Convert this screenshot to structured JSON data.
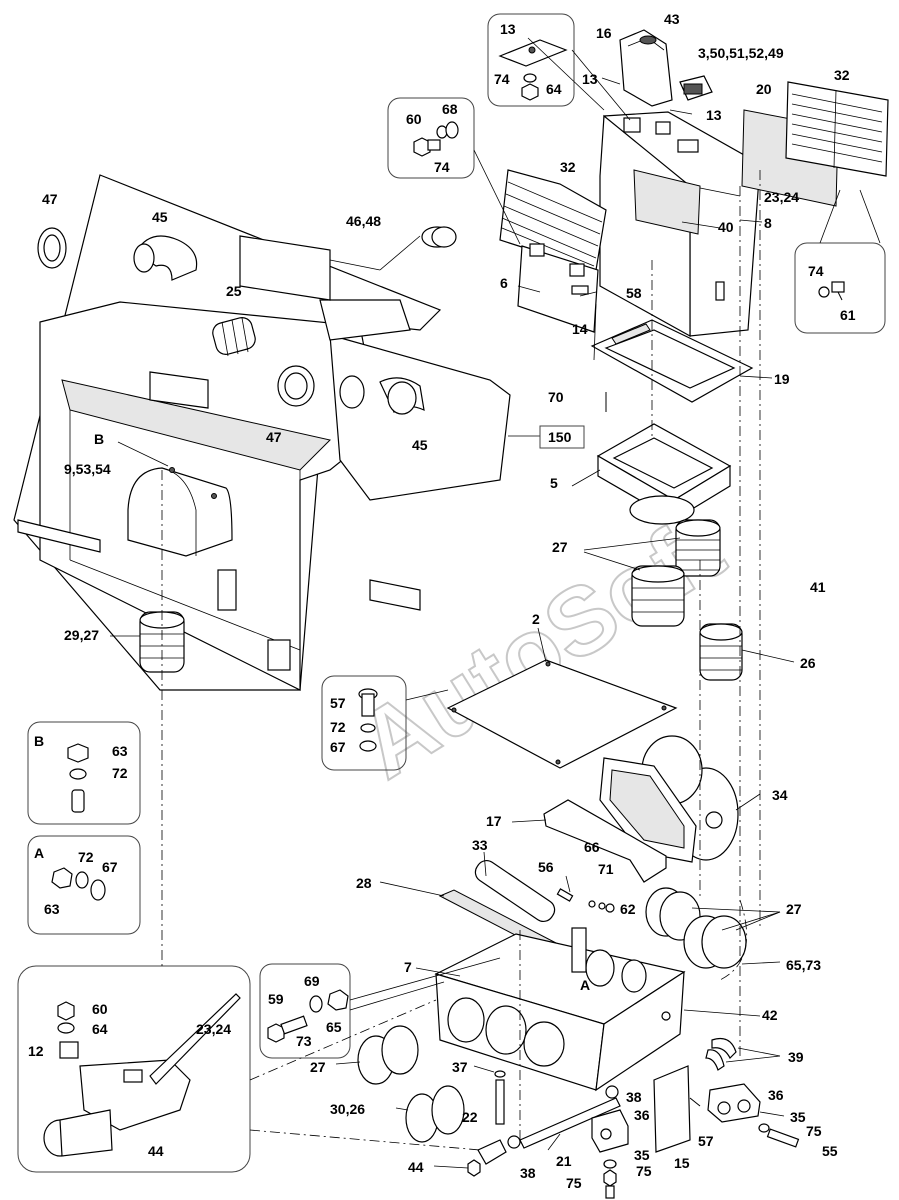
{
  "watermark": "AutoSoft",
  "labels": {
    "l13a": "13",
    "l16": "16",
    "l43": "43",
    "l3_50": "3,50,51,52,49",
    "l32a": "32",
    "l20": "20",
    "l74a": "74",
    "l64a": "64",
    "l13b": "13",
    "l13c": "13",
    "l60a": "60",
    "l68": "68",
    "l74b": "74",
    "l47a": "47",
    "l45a": "45",
    "l46_48": "46,48",
    "l32b": "32",
    "l23_24a": "23,24",
    "l40": "40",
    "l8": "8",
    "l6": "6",
    "l58": "58",
    "l14": "14",
    "l25": "25",
    "l74c": "74",
    "l61": "61",
    "l19": "19",
    "l47b": "47",
    "l45b": "45",
    "l70": "70",
    "l150": "150",
    "lB1": "B",
    "l9_53": "9,53,54",
    "l5": "5",
    "l27a": "27",
    "l41": "41",
    "l29_27": "29,27",
    "l2": "2",
    "l26a": "26",
    "l57a": "57",
    "l72a": "72",
    "l67a": "67",
    "lB2": "B",
    "l63a": "63",
    "l72b": "72",
    "lA1": "A",
    "l72c": "72",
    "l67b": "67",
    "l63b": "63",
    "l34": "34",
    "l17": "17",
    "l33": "33",
    "l66": "66",
    "l71": "71",
    "l28": "28",
    "l56": "56",
    "l62": "62",
    "l27b": "27",
    "l65_73": "65,73",
    "l7": "7",
    "lA2": "A",
    "l42": "42",
    "l69": "69",
    "l59": "59",
    "l65": "65",
    "l73": "73",
    "l60b": "60",
    "l64b": "64",
    "l12": "12",
    "l23_24b": "23,24",
    "l44a": "44",
    "l27c": "27",
    "l37": "37",
    "l39": "39",
    "l36a": "36",
    "l30_26": "30,26",
    "l22": "22",
    "l38a": "38",
    "l36b": "36",
    "l35a": "35",
    "l75a": "75",
    "l55": "55",
    "l44b": "44",
    "l38b": "38",
    "l21": "21",
    "l35b": "35",
    "l75b": "75",
    "l15": "15",
    "l57b": "57",
    "l75c": "75"
  }
}
